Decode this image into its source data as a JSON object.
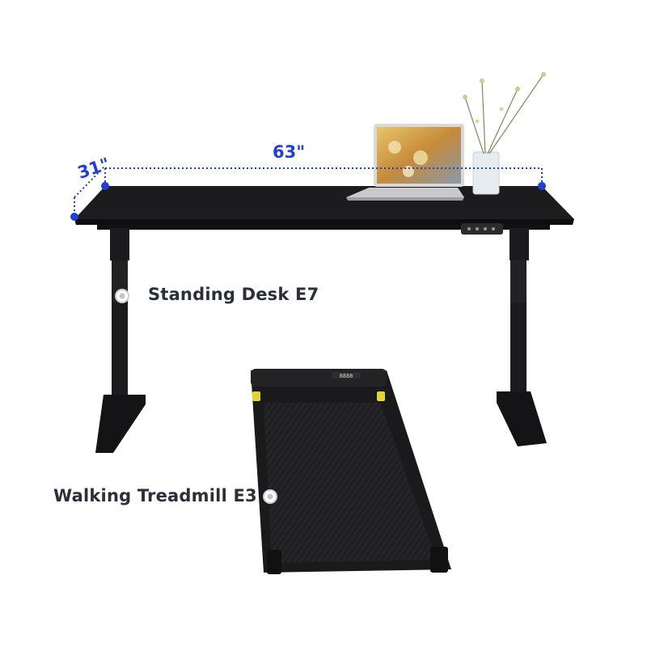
{
  "labels": {
    "desk": "Standing Desk E7",
    "treadmill": "Walking Treadmill E3"
  },
  "dimensions": {
    "width": "63\"",
    "depth": "31\""
  },
  "colors": {
    "accent": "#1f3fd6",
    "desk": "#1c1c1e",
    "label_text": "#2a2f3a"
  }
}
